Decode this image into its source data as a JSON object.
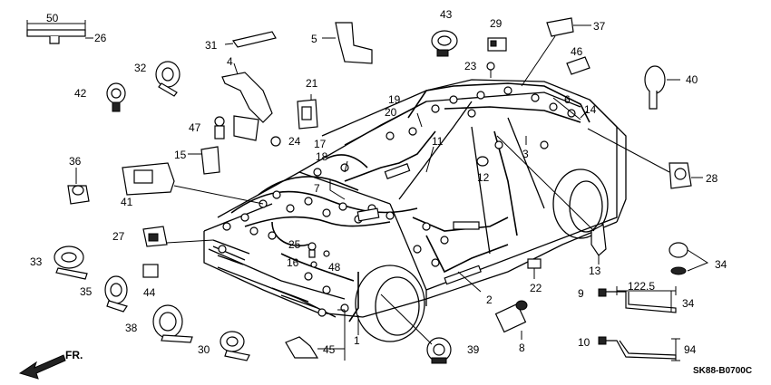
{
  "diagram_code": "SK88-B0700C",
  "front_label": "FR.",
  "dimensions": {
    "d50": "50",
    "d122_5": "122.5",
    "d34": "34",
    "d94": "94"
  },
  "parts": {
    "p1": "1",
    "p2": "2",
    "p3": "3",
    "p4": "4",
    "p5": "5",
    "p6": "6",
    "p7": "7",
    "p8": "8",
    "p9": "9",
    "p10": "10",
    "p11": "11",
    "p12": "12",
    "p13": "13",
    "p14": "14",
    "p15": "15",
    "p16": "16",
    "p17": "17",
    "p18": "18",
    "p19": "19",
    "p20": "20",
    "p21": "21",
    "p22": "22",
    "p23": "23",
    "p24": "24",
    "p25": "25",
    "p26": "26",
    "p27": "27",
    "p28": "28",
    "p29": "29",
    "p30": "30",
    "p31": "31",
    "p32": "32",
    "p33": "33",
    "p34": "34",
    "p34b": "34",
    "p35": "35",
    "p36": "36",
    "p37": "37",
    "p38": "38",
    "p39": "39",
    "p40": "40",
    "p41": "41",
    "p42": "42",
    "p43": "43",
    "p44": "44",
    "p45": "45",
    "p46": "46",
    "p47": "47",
    "p48": "48"
  }
}
